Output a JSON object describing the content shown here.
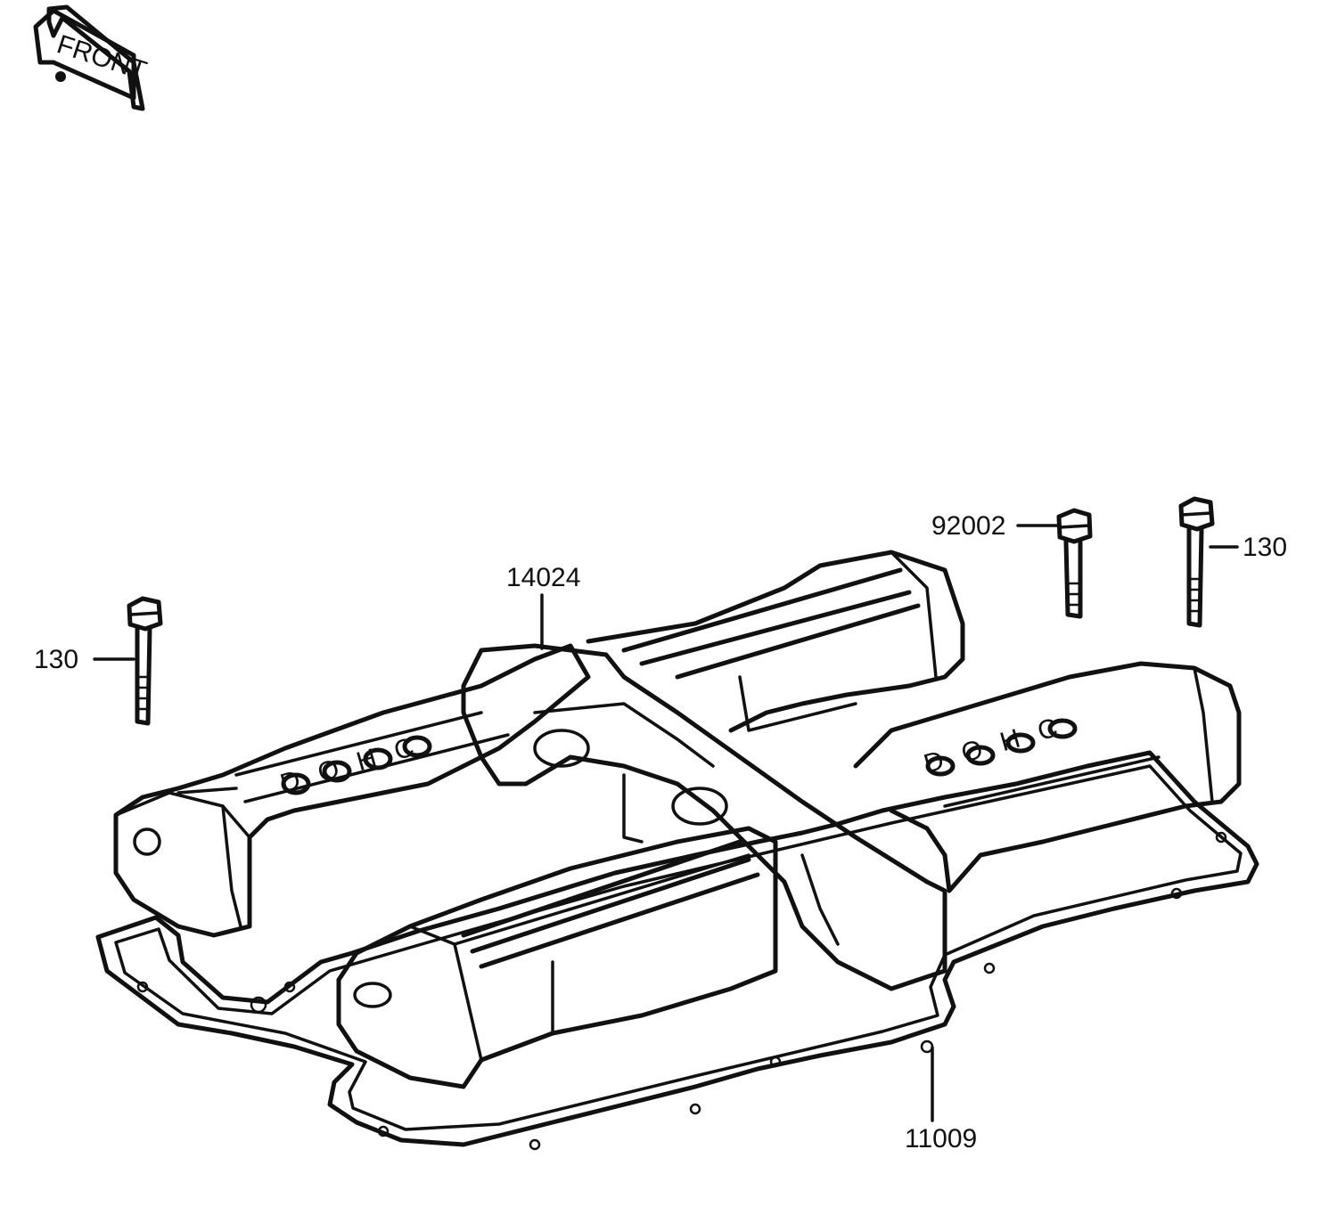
{
  "front_marker": {
    "text": "FRONT"
  },
  "parts": {
    "cover_bracket": {
      "number": "14024"
    },
    "bolt_left": {
      "number": "130"
    },
    "bolt_right": {
      "number": "130"
    },
    "bolt_short": {
      "number": "92002"
    },
    "gasket": {
      "number": "11009"
    }
  },
  "cover_marking": {
    "left": "DOHC",
    "right": "DOHC"
  },
  "colors": {
    "ink": "#111111",
    "paper": "#ffffff"
  }
}
